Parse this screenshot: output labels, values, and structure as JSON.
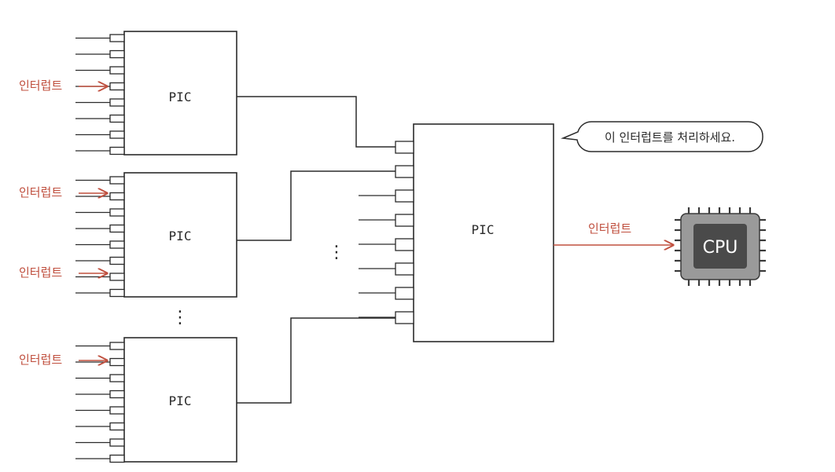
{
  "diagram": {
    "pic_label": "PIC",
    "interrupt_label": "인터럽트",
    "speech_text": "이 인터럽트를 처리하세요.",
    "cpu_label": "CPU",
    "ellipsis": "⋮",
    "colors": {
      "line": "#2b2b2b",
      "interrupt": "#c0503f",
      "cpu_outer": "#9a9a9a",
      "cpu_inner": "#4a4a4a",
      "cpu_text": "#ffffff"
    }
  }
}
